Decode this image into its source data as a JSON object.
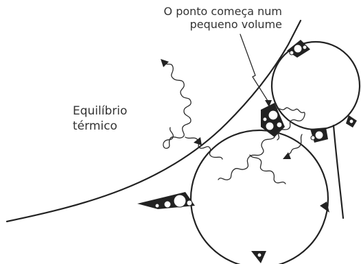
{
  "labels": {
    "start_line1": "O ponto começa num",
    "start_line2": "pequeno volume",
    "equilibrium_line1": "Equilíbrio",
    "equilibrium_line2": "térmico"
  },
  "colors": {
    "ink": "#222222",
    "background": "#ffffff"
  }
}
